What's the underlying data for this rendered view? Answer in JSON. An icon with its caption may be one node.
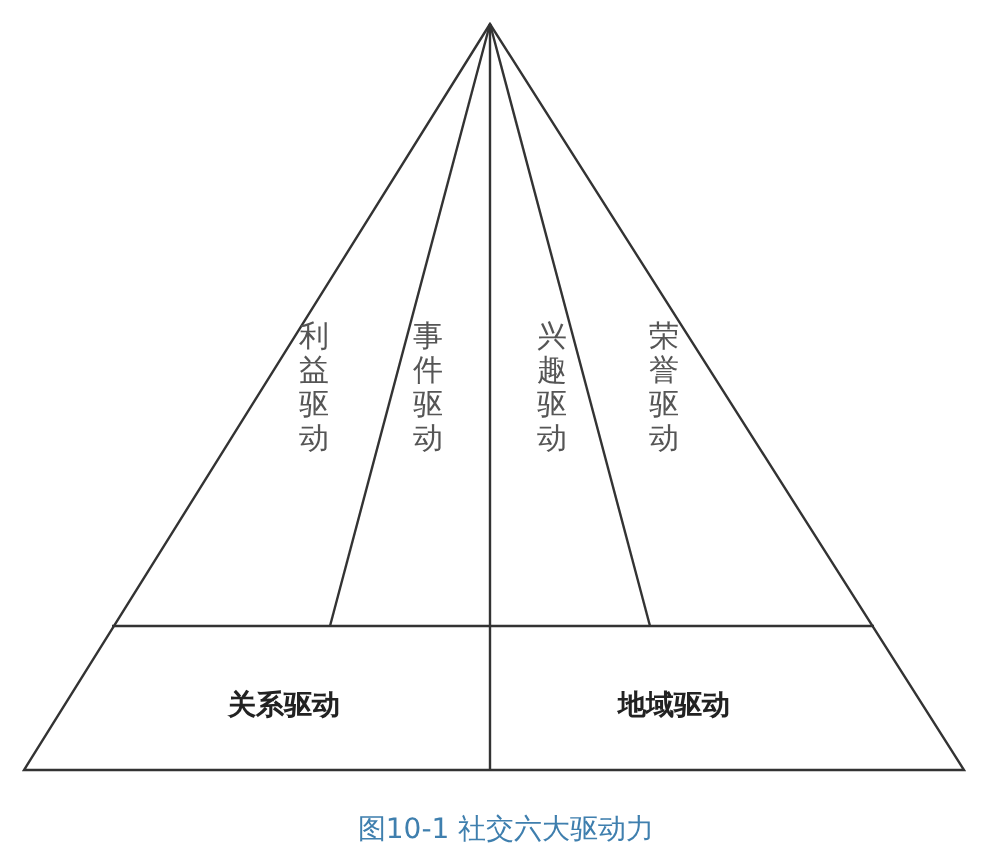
{
  "diagram": {
    "caption": "图10-1 社交六大驱动力",
    "nodes": [
      {
        "text": [
          "利益驱动"
        ]
      },
      {
        "text": [
          "事件驱动"
        ]
      },
      {
        "text": [
          "兴趣驱动"
        ]
      },
      {
        "text": [
          "荣誉驱动"
        ]
      },
      {
        "text": [
          "关系驱动"
        ]
      },
      {
        "text": [
          "地域驱动"
        ]
      }
    ]
  }
}
